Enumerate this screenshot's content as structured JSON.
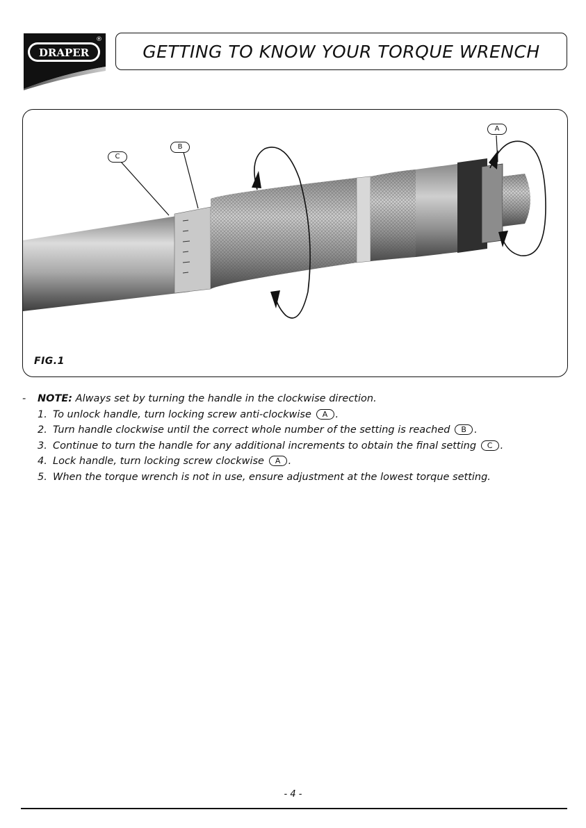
{
  "header": {
    "brand": "DRAPER",
    "registered_mark": "®",
    "title": "GETTING TO KNOW YOUR TORQUE WRENCH"
  },
  "figure": {
    "label": "FIG.1",
    "callouts": {
      "a": "A",
      "b": "B",
      "c": "C"
    }
  },
  "instructions": {
    "note_dash": "-",
    "note_label": "NOTE:",
    "note_text": " Always set by turning the handle in the clockwise direction.",
    "steps": [
      {
        "num": "1.",
        "text": "To unlock handle, turn locking screw anti-clockwise",
        "ref": "A",
        "end": "."
      },
      {
        "num": "2.",
        "text": "Turn handle clockwise until the correct whole number of the setting is reached",
        "ref": "B",
        "end": "."
      },
      {
        "num": "3.",
        "text": "Continue to turn the handle for any additional increments to obtain the final setting",
        "ref": "C",
        "end": "."
      },
      {
        "num": "4.",
        "text": "Lock handle, turn locking screw clockwise",
        "ref": "A",
        "end": "."
      },
      {
        "num": "5.",
        "text": "When the torque wrench is not in use, ensure adjustment at the lowest torque setting.",
        "ref": "",
        "end": ""
      }
    ]
  },
  "footer": {
    "page_number": "- 4 -"
  },
  "colors": {
    "ink": "#111111",
    "tool_metal": "#a9a9a9",
    "tool_dark": "#3a3a3a"
  }
}
